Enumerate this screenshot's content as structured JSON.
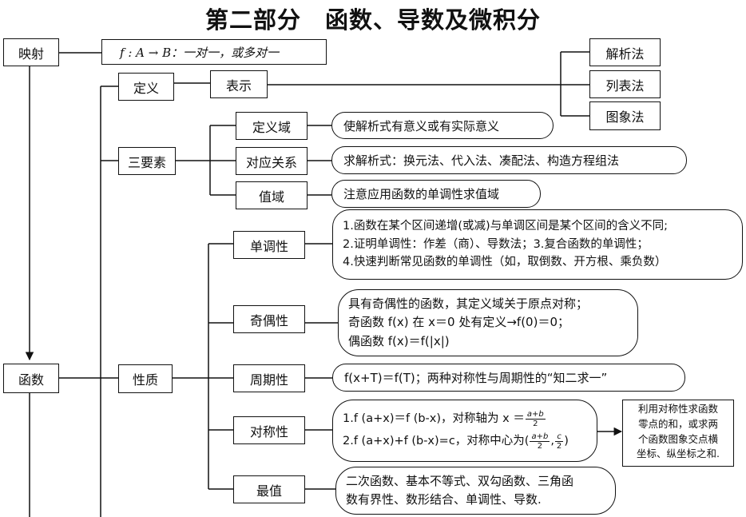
{
  "title": "第二部分　函数、导数及微积分",
  "nodes": {
    "mapping": "映射",
    "mapping_desc": "f : A → B：一对一，或多对一",
    "function": "函数",
    "definition": "定义",
    "representation": "表示",
    "three_elements": "三要素",
    "properties": "性质",
    "domain": "定义域",
    "correspondence": "对应关系",
    "range": "值域",
    "monotonicity": "单调性",
    "parity": "奇偶性",
    "periodicity": "周期性",
    "symmetry": "对称性",
    "extremum": "最值"
  },
  "methods": [
    "解析法",
    "列表法",
    "图象法"
  ],
  "pills": {
    "domain_note": "使解析式有意义或有实际意义",
    "correspondence_note": "求解析式：换元法、代入法、凑配法、构造方程组法",
    "range_note": "注意应用函数的单调性求值域",
    "monotonicity_lines": [
      "1.函数在某个区间递增(或减)与单调区间是某个区间的含义不同;",
      "2.证明单调性：作差（商）、导数法；3.复合函数的单调性；",
      "4.快速判断常见函数的单调性（如，取倒数、开方根、乘负数）"
    ],
    "parity_lines": [
      "具有奇偶性的函数，其定义域关于原点对称；",
      "奇函数 f(x) 在 x＝0 处有定义→f(0)＝0；",
      "偶函数 f(x)＝f(|x|)"
    ],
    "periodicity_note": "f(x+T)＝f(T)；两种对称性与周期性的“知二求一”",
    "symmetry_line1_prefix": "1.f (a+x)＝f (b-x)，对称轴为 x ＝",
    "symmetry_line1_num": "a+b",
    "symmetry_line1_den": "2",
    "symmetry_line2_prefix": "2.f (a+x)+f (b-x)=c，对称中心为(",
    "symmetry_line2_num1": "a+b",
    "symmetry_line2_den1": "2",
    "symmetry_line2_sep": ",",
    "symmetry_line2_num2": "c",
    "symmetry_line2_den2": "2",
    "symmetry_line2_suffix": ")",
    "extremum_lines": [
      "二次函数、基本不等式、双勾函数、三角函",
      "数有界性、数形结合、单调性、导数."
    ]
  },
  "symmetry_side_note": [
    "利用对称性求函数",
    "零点的和，或求两",
    "个函数图象交点横",
    "坐标、纵坐标之和."
  ]
}
